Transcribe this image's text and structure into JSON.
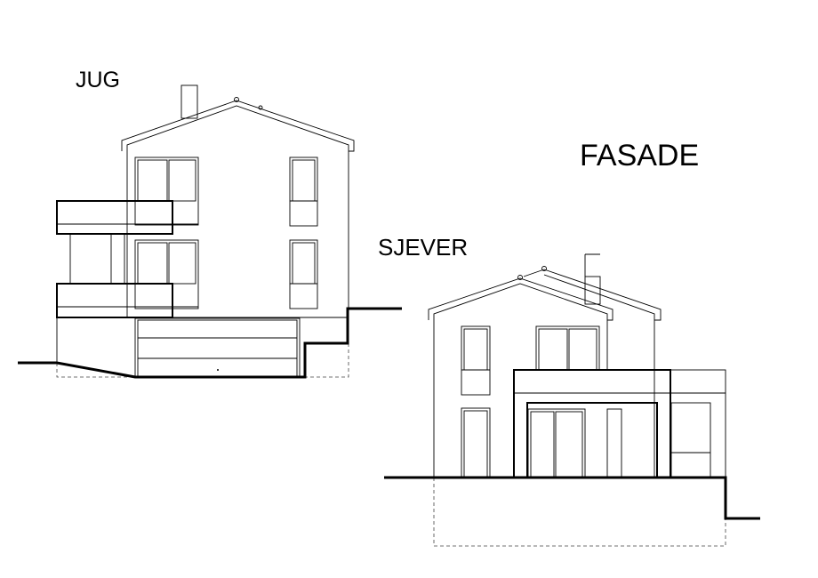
{
  "title": "FASADE",
  "views": [
    {
      "label": "JUG"
    },
    {
      "label": "SJEVER"
    }
  ],
  "colors": {
    "line": "#000000",
    "background": "#ffffff"
  }
}
